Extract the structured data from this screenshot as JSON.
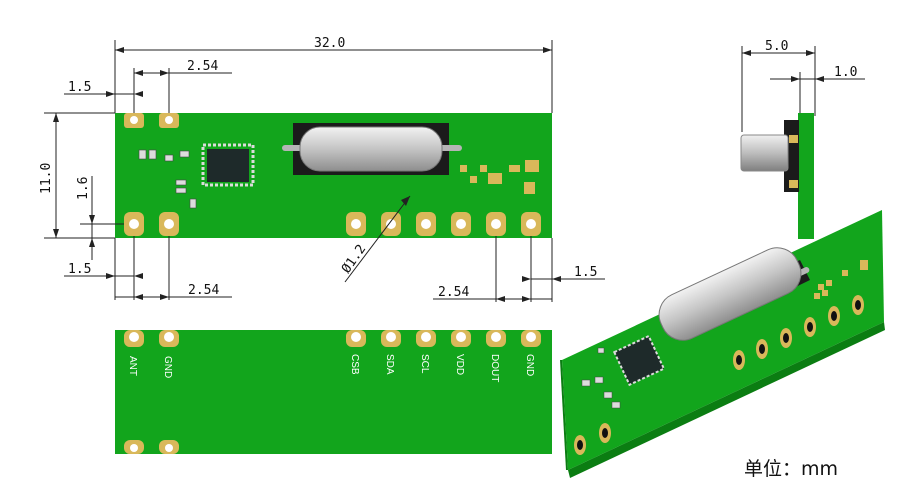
{
  "colors": {
    "pcb": "#12a51c",
    "pcb_dark": "#0b7d12",
    "pad": "#d9b85a",
    "crystal": "#c9c9c9",
    "chip": "#1e2a2a",
    "line": "#222222"
  },
  "dimensions": {
    "total_width": "32.0",
    "pitch_top": "2.54",
    "edge_left_top": "1.5",
    "height": "11.0",
    "pin_offset": "1.6",
    "edge_left_bottom": "1.5",
    "pitch_bottom_left": "2.54",
    "hole_diameter": "Ø1.2",
    "pitch_bottom_right": "2.54",
    "edge_right": "1.5",
    "side_thickness": "5.0",
    "side_board": "1.0"
  },
  "pins": {
    "left": [
      "ANT",
      "GND"
    ],
    "right": [
      "CSB",
      "SDA",
      "SCL",
      "VDD",
      "DOUT",
      "GND"
    ]
  },
  "unit_label": "单位：mm"
}
